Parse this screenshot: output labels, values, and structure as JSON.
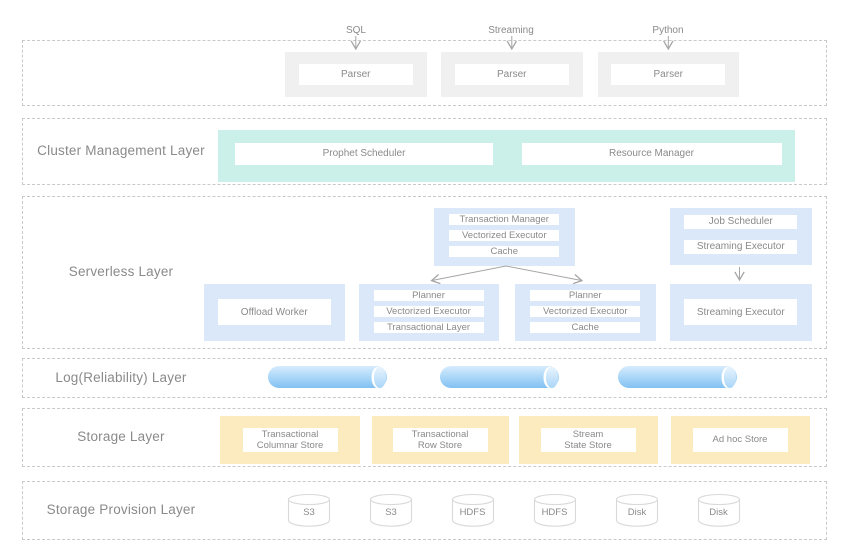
{
  "top": {
    "groups": [
      {
        "source": "SQL",
        "box": "Parser"
      },
      {
        "source": "Streaming",
        "box": "Parser"
      },
      {
        "source": "Python",
        "box": "Parser"
      }
    ]
  },
  "cluster": {
    "label": "Cluster Management Layer",
    "boxes": [
      "Prophet Scheduler",
      "Resource Manager"
    ]
  },
  "serverless": {
    "label": "Serverless Layer",
    "txn_stack": [
      "Transaction Manager",
      "Vectorized Executor",
      "Cache"
    ],
    "job_stack": [
      "Job Scheduler",
      "Streaming Executor"
    ],
    "offload_worker": "Offload Worker",
    "left_stack": [
      "Planner",
      "Vectorized Executor",
      "Transactional Layer"
    ],
    "right_stack": [
      "Planner",
      "Vectorized Executor",
      "Cache"
    ],
    "streaming_executor": "Streaming Executor"
  },
  "log": {
    "label": "Log(Reliability) Layer",
    "cylinder_count": 3
  },
  "storage": {
    "label": "Storage Layer",
    "stores": [
      {
        "line1": "Transactional",
        "line2": "Columnar Store"
      },
      {
        "line1": "Transactional",
        "line2": "Row Store"
      },
      {
        "line1": "Stream",
        "line2": "State Store"
      },
      {
        "line1": "Ad hoc Store",
        "line2": ""
      }
    ]
  },
  "provision": {
    "label": "Storage Provision Layer",
    "disks": [
      "S3",
      "S3",
      "HDFS",
      "HDFS",
      "Disk",
      "Disk"
    ]
  },
  "colors": {
    "teal": "#cbefe9",
    "blue": "#dbe8f9",
    "yellow": "#fcebbe",
    "grey": "#f0f0f0",
    "text": "#8a8a8a",
    "dash": "#c9c9c9",
    "arrow": "#a6a6a6",
    "cyl_top": "#d7ecfd",
    "cyl_mid": "#a9d6f8",
    "cyl_bot": "#82c1f2",
    "cyl_cap": "#e8f4fe",
    "disk_border": "#d9d9d9"
  }
}
